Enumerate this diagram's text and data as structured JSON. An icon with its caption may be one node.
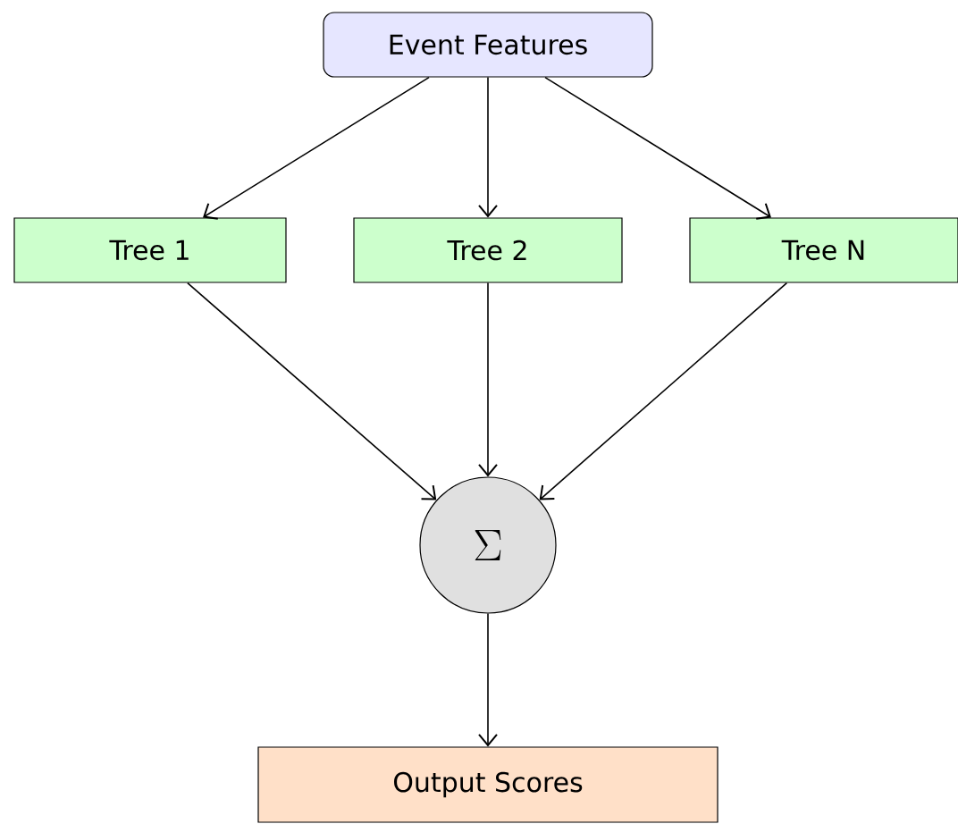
{
  "diagram": {
    "nodes": [
      {
        "text": [
          "Event Features"
        ]
      },
      {
        "text": [
          "Tree 1"
        ]
      },
      {
        "text": [
          "Tree 2"
        ]
      },
      {
        "text": [
          "Tree N"
        ]
      },
      {
        "text": [
          "\\Sigma"
        ]
      },
      {
        "text": [
          "Output Scores"
        ]
      }
    ],
    "edges": [
      {
        "from": 0,
        "to": 1,
        "arrow": "to"
      },
      {
        "from": 0,
        "to": 2,
        "arrow": "to"
      },
      {
        "from": 0,
        "to": 3,
        "arrow": "to"
      },
      {
        "from": 1,
        "to": 4,
        "arrow": "to"
      },
      {
        "from": 2,
        "to": 4,
        "arrow": "to"
      },
      {
        "from": 3,
        "to": 4,
        "arrow": "to"
      },
      {
        "from": 4,
        "to": 5,
        "arrow": "to"
      }
    ]
  }
}
